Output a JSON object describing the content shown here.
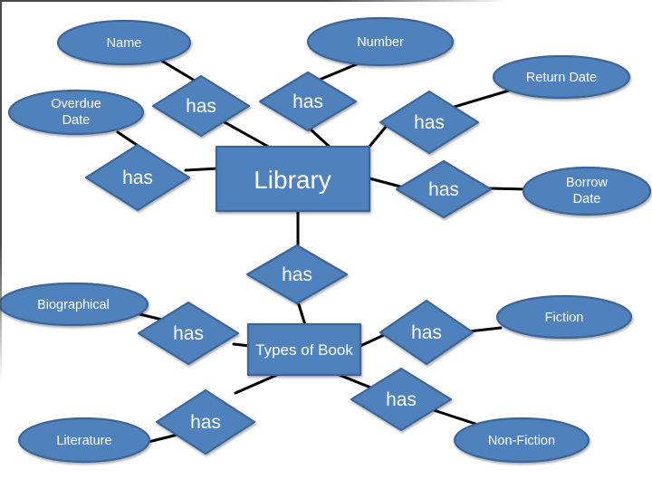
{
  "diagram_type": "entity-relationship",
  "colors": {
    "shape_fill": "#4f81bd",
    "shape_stroke": "#3d6595",
    "connector": "#000000",
    "label_text": "#ffffff",
    "background": "#ffffff"
  },
  "entities": [
    {
      "id": "library",
      "label": "Library"
    },
    {
      "id": "types-of-book",
      "label": "Types of Book"
    }
  ],
  "attributes": {
    "name": {
      "label": "Name"
    },
    "number": {
      "label": "Number"
    },
    "return_date": {
      "label": "Return Date"
    },
    "overdue_date": {
      "line1": "Overdue",
      "line2": "Date"
    },
    "borrow_date": {
      "line1": "Borrow",
      "line2": "Date"
    },
    "biographical": {
      "label": "Biographical"
    },
    "fiction": {
      "label": "Fiction"
    },
    "literature": {
      "label": "Literature"
    },
    "non_fiction": {
      "label": "Non-Fiction"
    }
  },
  "relationships": [
    {
      "label": "has",
      "from": "Name",
      "to": "Library"
    },
    {
      "label": "has",
      "from": "Number",
      "to": "Library"
    },
    {
      "label": "has",
      "from": "Return Date",
      "to": "Library"
    },
    {
      "label": "has",
      "from": "Overdue Date",
      "to": "Library"
    },
    {
      "label": "has",
      "from": "Borrow Date",
      "to": "Library"
    },
    {
      "label": "has",
      "from": "Library",
      "to": "Types of Book"
    },
    {
      "label": "has",
      "from": "Biographical",
      "to": "Types of Book"
    },
    {
      "label": "has",
      "from": "Fiction",
      "to": "Types of Book"
    },
    {
      "label": "has",
      "from": "Non-Fiction",
      "to": "Types of Book"
    },
    {
      "label": "has",
      "from": "Literature",
      "to": "Types of Book"
    }
  ]
}
